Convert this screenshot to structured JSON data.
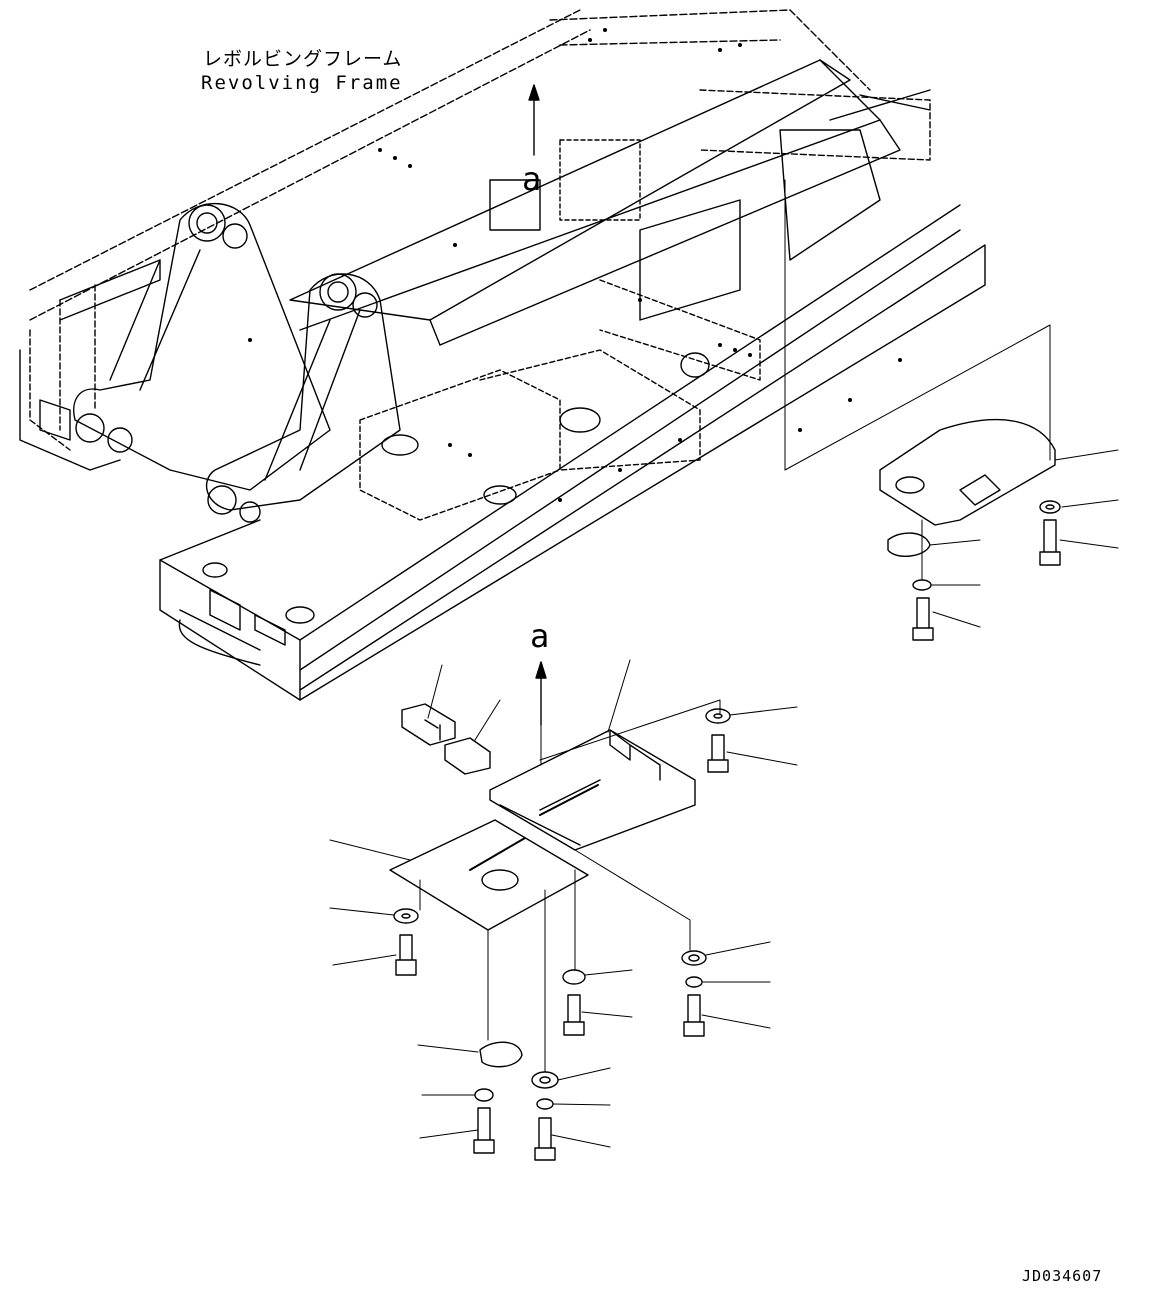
{
  "title": {
    "japanese": "レボルビングフレーム",
    "english": "Revolving Frame"
  },
  "view_marker": "a",
  "drawing_code": "JD034607"
}
